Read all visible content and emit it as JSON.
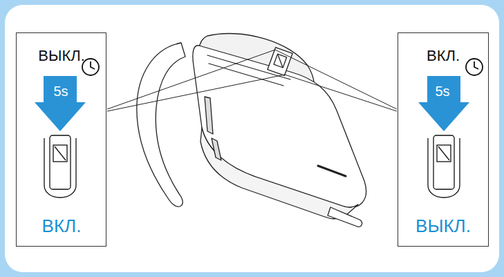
{
  "diagram": {
    "nodes": [
      {
        "text": [
          "ВЫКЛ.",
          "5s",
          "ВКЛ."
        ]
      },
      {
        "text": [
          "ВКЛ.",
          "5s",
          "ВЫКЛ."
        ]
      }
    ]
  }
}
